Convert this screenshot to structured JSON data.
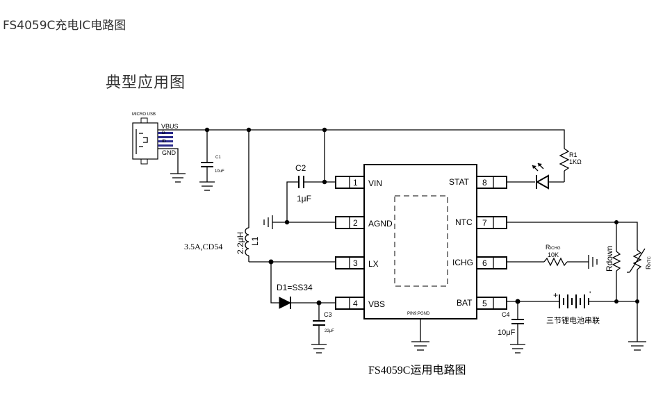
{
  "page_title": "FS4059C充电IC电路图",
  "section_title": "典型应用图",
  "caption": "FS4059C运用电路图",
  "chip": {
    "pins_left": [
      {
        "num": "1",
        "name": "VIN"
      },
      {
        "num": "2",
        "name": "AGND"
      },
      {
        "num": "3",
        "name": "LX"
      },
      {
        "num": "4",
        "name": "VBS"
      }
    ],
    "pins_right": [
      {
        "num": "8",
        "name": "STAT"
      },
      {
        "num": "7",
        "name": "NTC"
      },
      {
        "num": "6",
        "name": "ICHG"
      },
      {
        "num": "5",
        "name": "BAT"
      }
    ],
    "pad_label": "PIN9:PGND"
  },
  "usb": {
    "title": "MICRO USB",
    "vbus": "VBUS",
    "gnd": "GND"
  },
  "components": {
    "c1": {
      "name": "C1",
      "value": "10uF"
    },
    "c2": {
      "name": "C2",
      "value": "1μF"
    },
    "c3": {
      "name": "C3",
      "value": "22μF"
    },
    "c4": {
      "name": "C4",
      "value": "10μF"
    },
    "l1": {
      "name": "L1",
      "value": "2.2μH",
      "note": "3.5A,CD54"
    },
    "d1": {
      "label": "D1=SS34"
    },
    "r1": {
      "name": "R1",
      "value": "1KΩ"
    },
    "richg": {
      "name": "R",
      "sub": "ICHG",
      "value": "10K"
    },
    "rdown": {
      "name": "Rdown"
    },
    "rntc": {
      "name": "R",
      "sub": "NTC"
    },
    "battery": {
      "label": "三节锂电池串联",
      "plus": "+",
      "minus": "'"
    }
  }
}
